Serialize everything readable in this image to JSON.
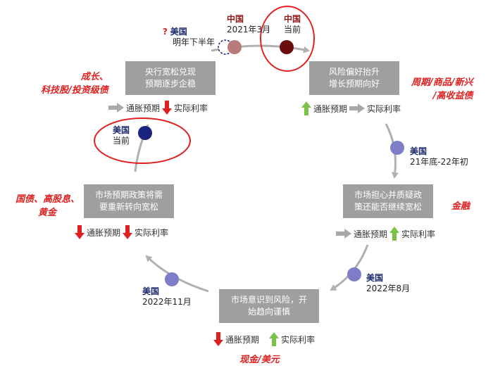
{
  "colors": {
    "box_bg": "#9f9f9f",
    "accent_red": "#e02020",
    "us_dot": "#1a237e",
    "us_dot_light": "#7e7ec8",
    "china_dot": "#6b0d0d",
    "china_dot_light": "#b77b7b",
    "arrow_gray": "#b0b0b0",
    "up_green": "#7bc24a",
    "down_red": "#e02020"
  },
  "stages": {
    "top_left": {
      "line1": "央行宽松兑现",
      "line2": "预期逐步企稳"
    },
    "top_right": {
      "line1": "风险偏好抬升",
      "line2": "增长预期向好"
    },
    "right": {
      "line1": "市场担心并质疑政",
      "line2": "策还能否继续宽松"
    },
    "bottom": {
      "line1": "市场意识到风险，开",
      "line2": "始趋向谨慎"
    },
    "left": {
      "line1": "市场预期政策将需",
      "line2": "要重新转向宽松"
    }
  },
  "indicators": {
    "inflation": "通胀预期",
    "real_rate": "实际利率"
  },
  "assets": {
    "top_left": {
      "line1": "成长、",
      "line2": "科技股/投资级债"
    },
    "top_right": {
      "line1": "周期/商品/新兴",
      "line2": "/高收益债"
    },
    "right": "金融",
    "bottom": "现金/美元",
    "left": {
      "line1": "国债、高股息、",
      "line2": "黄金"
    }
  },
  "markers": {
    "us_next": {
      "question": "?",
      "country": "美国",
      "time": "明年下半年"
    },
    "china_2021": {
      "country": "中国",
      "time": "2021年3月"
    },
    "china_now": {
      "country": "中国",
      "time": "当前"
    },
    "us_now": {
      "country": "美国",
      "time": "当前"
    },
    "us_2122": {
      "country": "美国",
      "time": "21年底-22年初"
    },
    "us_2208": {
      "country": "美国",
      "time": "2022年8月"
    },
    "us_2211": {
      "country": "美国",
      "time": "2022年11月"
    }
  }
}
